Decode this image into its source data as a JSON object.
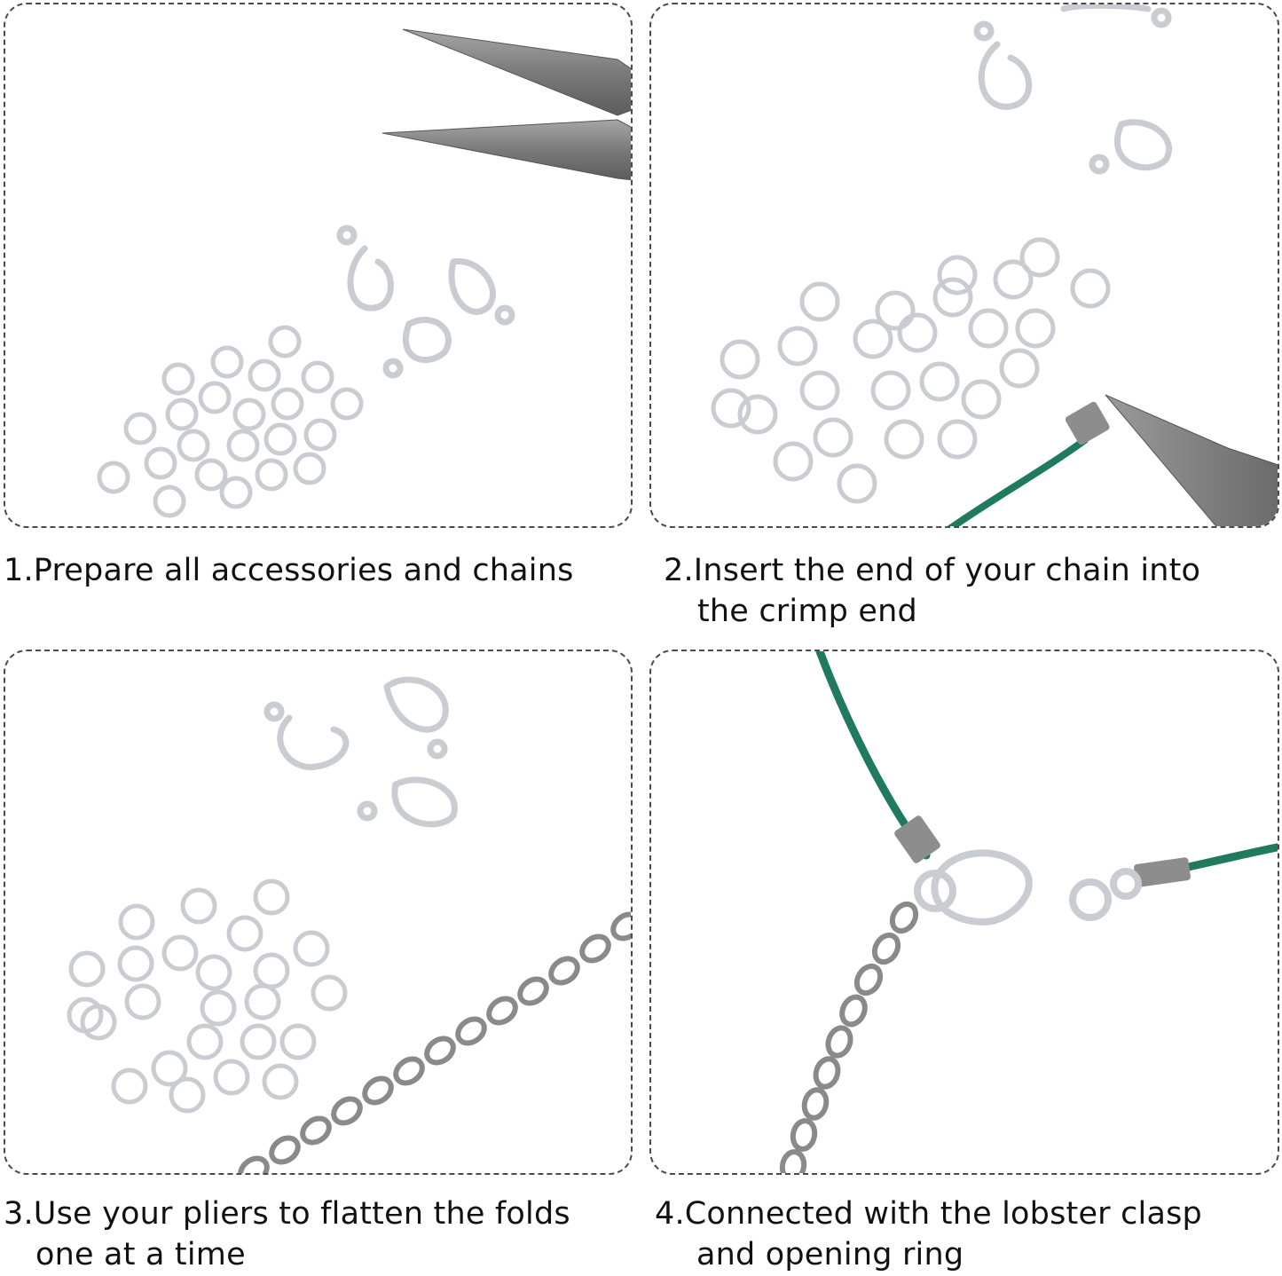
{
  "steps": [
    {
      "number": "1.",
      "line1": "Prepare all accessories and chains",
      "line2": ""
    },
    {
      "number": "2.",
      "line1": "Insert the end of your chain into",
      "line2": "the crimp end"
    },
    {
      "number": "3.",
      "line1": "Use your pliers to flatten the folds",
      "line2": "one at a time"
    },
    {
      "number": "4.",
      "line1": "Connected with the lobster clasp",
      "line2": "and opening ring"
    }
  ],
  "colors": {
    "silver": "#c9ccd1",
    "silver_dark": "#9fa3a8",
    "steel": "#8a8a8a",
    "cord_green": "#1f7a5e",
    "border": "#4a4a4a"
  },
  "icons": {
    "pliers": "pliers-icon",
    "jump_ring": "jump-ring-icon",
    "lobster_clasp": "lobster-clasp-icon",
    "crimp_end": "crimp-end-icon",
    "extender_chain": "extender-chain-icon",
    "wax_cord": "wax-cord-icon"
  }
}
